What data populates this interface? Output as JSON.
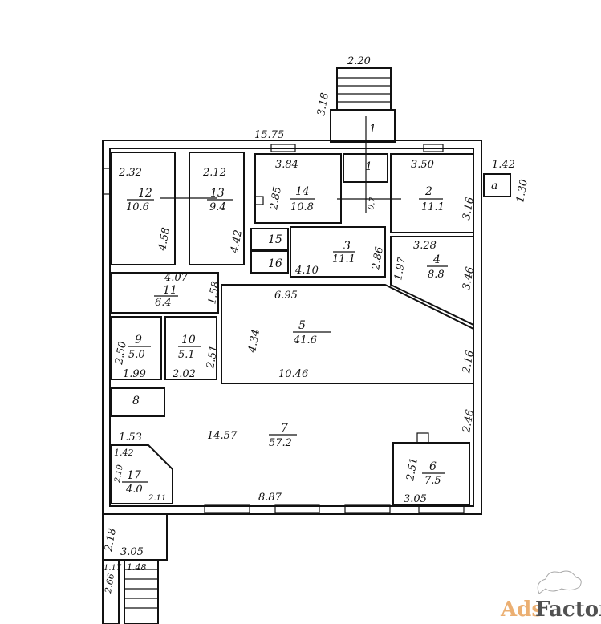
{
  "plan": {
    "overall_width": "15.75",
    "rooms": [
      {
        "no": "1",
        "label": "1"
      },
      {
        "no": "2",
        "area": "11.1",
        "dims": [
          "3.50",
          "3.16"
        ]
      },
      {
        "no": "3",
        "area": "11.1",
        "dims": [
          "4.10",
          "2.86"
        ]
      },
      {
        "no": "4",
        "area": "8.8",
        "dims": [
          "3.28",
          "3.46",
          "1.97"
        ]
      },
      {
        "no": "5",
        "area": "41.6",
        "dims": [
          "6.95",
          "4.34",
          "10.46",
          "2.16"
        ]
      },
      {
        "no": "6",
        "area": "7.5",
        "dims": [
          "2.51",
          "3.05"
        ]
      },
      {
        "no": "7",
        "area": "57.2",
        "dims": [
          "14.57",
          "8.87",
          "2.46",
          "1.53"
        ]
      },
      {
        "no": "8"
      },
      {
        "no": "9",
        "area": "5.0",
        "dims": [
          "2.50",
          "1.99"
        ]
      },
      {
        "no": "10",
        "area": "5.1",
        "dims": [
          "2.51",
          "2.02"
        ]
      },
      {
        "no": "11",
        "area": "6.4",
        "dims": [
          "4.07",
          "1.58"
        ]
      },
      {
        "no": "12",
        "area": "10.6",
        "dims": [
          "2.32",
          "4.58"
        ]
      },
      {
        "no": "13",
        "area": "9.4",
        "dims": [
          "2.12",
          "4.42"
        ]
      },
      {
        "no": "14",
        "area": "10.8",
        "dims": [
          "3.84",
          "2.85"
        ]
      },
      {
        "no": "15"
      },
      {
        "no": "16"
      },
      {
        "no": "17",
        "area": "4.0",
        "dims": [
          "1.42",
          "2.19",
          "2.11"
        ]
      }
    ],
    "stair_top": {
      "width": "2.20",
      "length": "3.18"
    },
    "corridor_small": "0.7",
    "annex_a": {
      "label": "a",
      "w": "1.42",
      "h": "1.30"
    },
    "porch": {
      "h": "2.18",
      "w": "3.05"
    },
    "stair_bottom": {
      "w1": "1.17",
      "w2": "1.48",
      "len": "2.66"
    }
  },
  "watermark": {
    "ads": "Ads",
    "factory": "Factory"
  }
}
